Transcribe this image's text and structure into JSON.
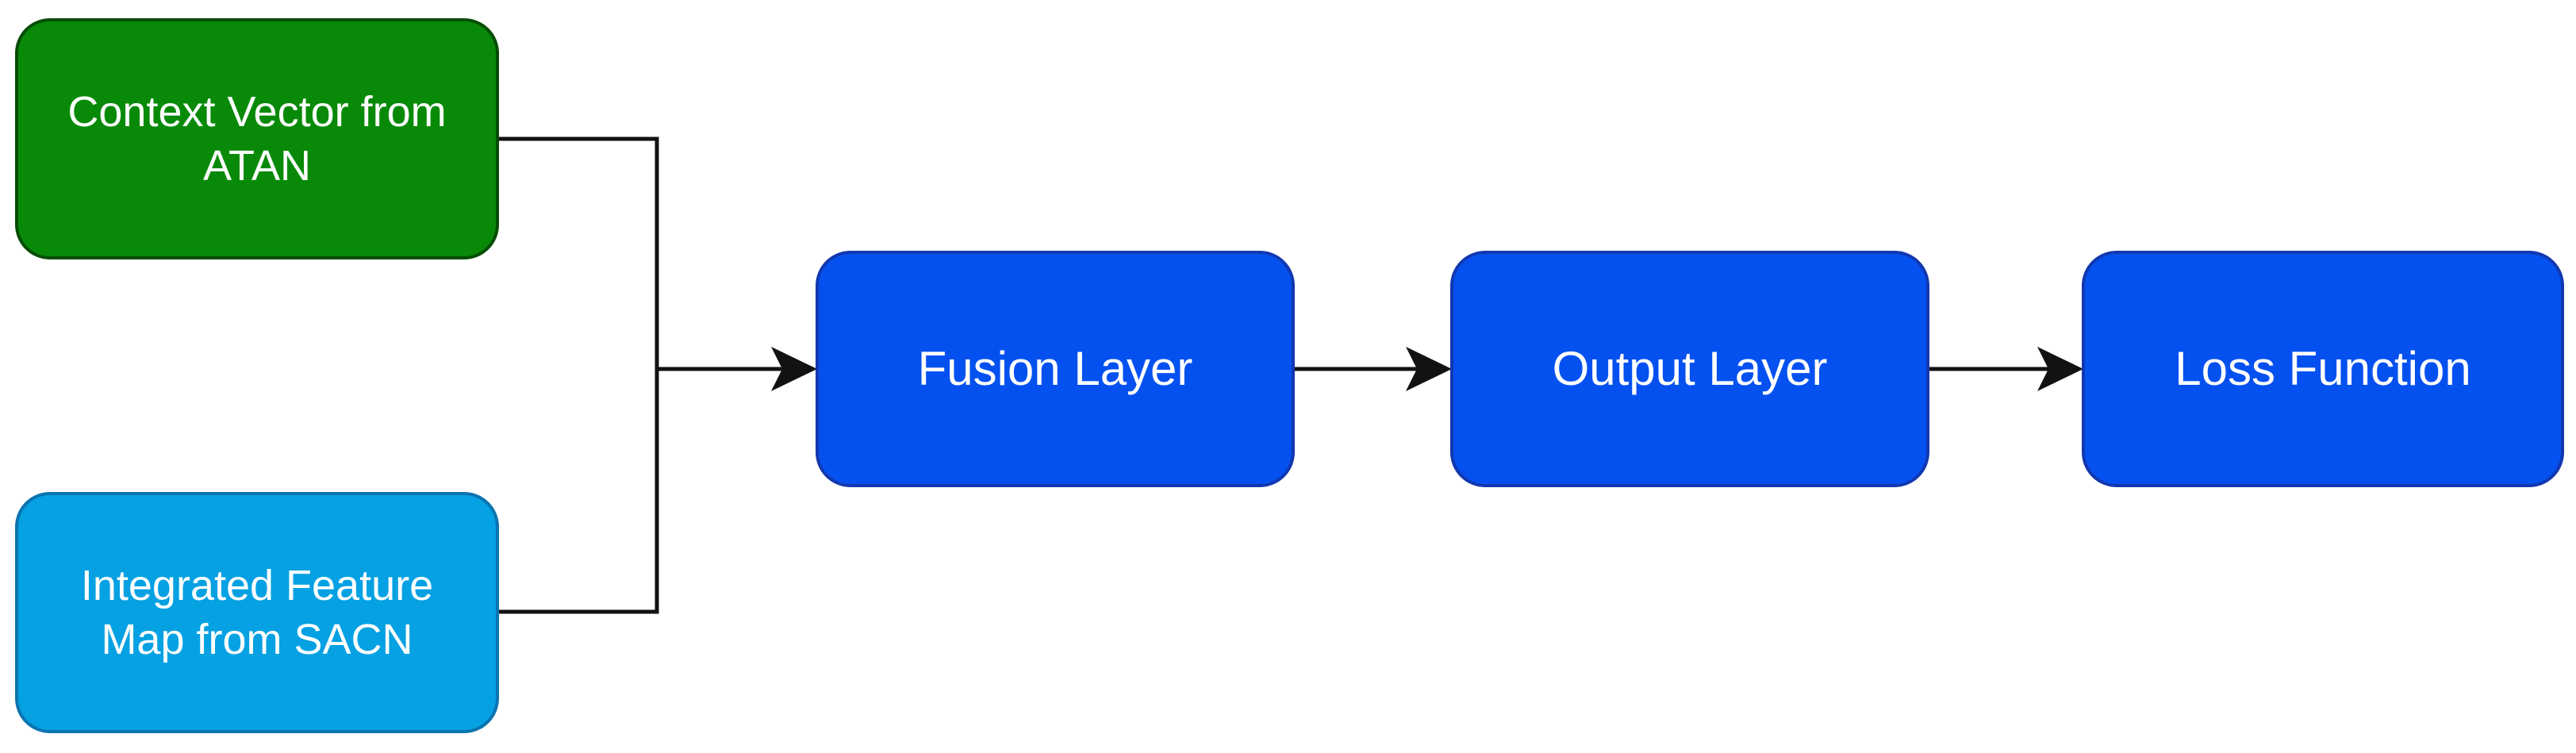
{
  "diagram": {
    "type": "flowchart",
    "background": "#ffffff",
    "edge_color": "#121212",
    "nodes": [
      {
        "id": "context-vector-atan",
        "label": "Context Vector from ATAN",
        "line1": "Context Vector from",
        "line2": "ATAN",
        "fill": "#088A08",
        "border": "#054D05",
        "text_color": "#ffffff"
      },
      {
        "id": "integrated-feature-map-sacn",
        "label": "Integrated Feature Map from SACN",
        "line1": "Integrated Feature",
        "line2": "Map from SACN",
        "fill": "#05A1E2",
        "border": "#0A74B0",
        "text_color": "#ffffff"
      },
      {
        "id": "fusion-layer",
        "label": "Fusion Layer",
        "line1": "Fusion Layer",
        "fill": "#0551F0",
        "border": "#1238B0",
        "text_color": "#ffffff"
      },
      {
        "id": "output-layer",
        "label": "Output Layer",
        "line1": "Output Layer",
        "fill": "#0551F0",
        "border": "#1238B0",
        "text_color": "#ffffff"
      },
      {
        "id": "loss-function",
        "label": "Loss Function",
        "line1": "Loss Function",
        "fill": "#0551F0",
        "border": "#1238B0",
        "text_color": "#ffffff"
      }
    ],
    "edges": [
      {
        "from": "context-vector-atan",
        "to": "merge-junction",
        "arrow": false
      },
      {
        "from": "integrated-feature-map-sacn",
        "to": "merge-junction",
        "arrow": false
      },
      {
        "from": "merge-junction",
        "to": "fusion-layer",
        "arrow": true
      },
      {
        "from": "fusion-layer",
        "to": "output-layer",
        "arrow": true
      },
      {
        "from": "output-layer",
        "to": "loss-function",
        "arrow": true
      }
    ]
  }
}
